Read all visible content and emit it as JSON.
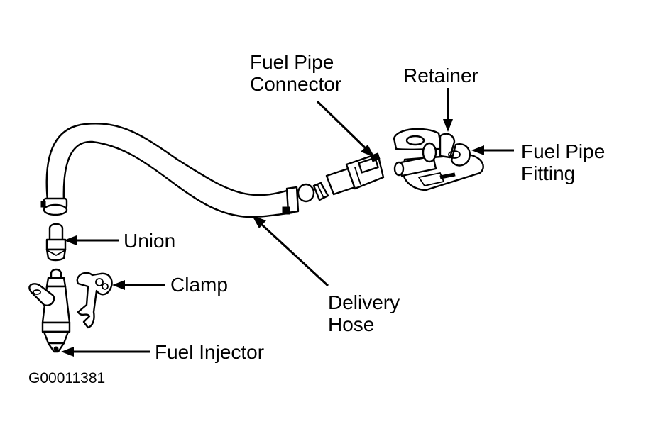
{
  "diagram": {
    "subject": "Fuel injector delivery hose assembly",
    "labels": {
      "fuel_pipe_connector": [
        "Fuel Pipe",
        "Connector"
      ],
      "retainer": "Retainer",
      "fuel_pipe_fitting": [
        "Fuel Pipe",
        "Fitting"
      ],
      "union": "Union",
      "clamp": "Clamp",
      "delivery_hose": [
        "Delivery",
        "Hose"
      ],
      "fuel_injector": "Fuel Injector"
    },
    "figure_code": "G00011381",
    "colors": {
      "ink": "#000000",
      "paper": "#ffffff"
    }
  }
}
